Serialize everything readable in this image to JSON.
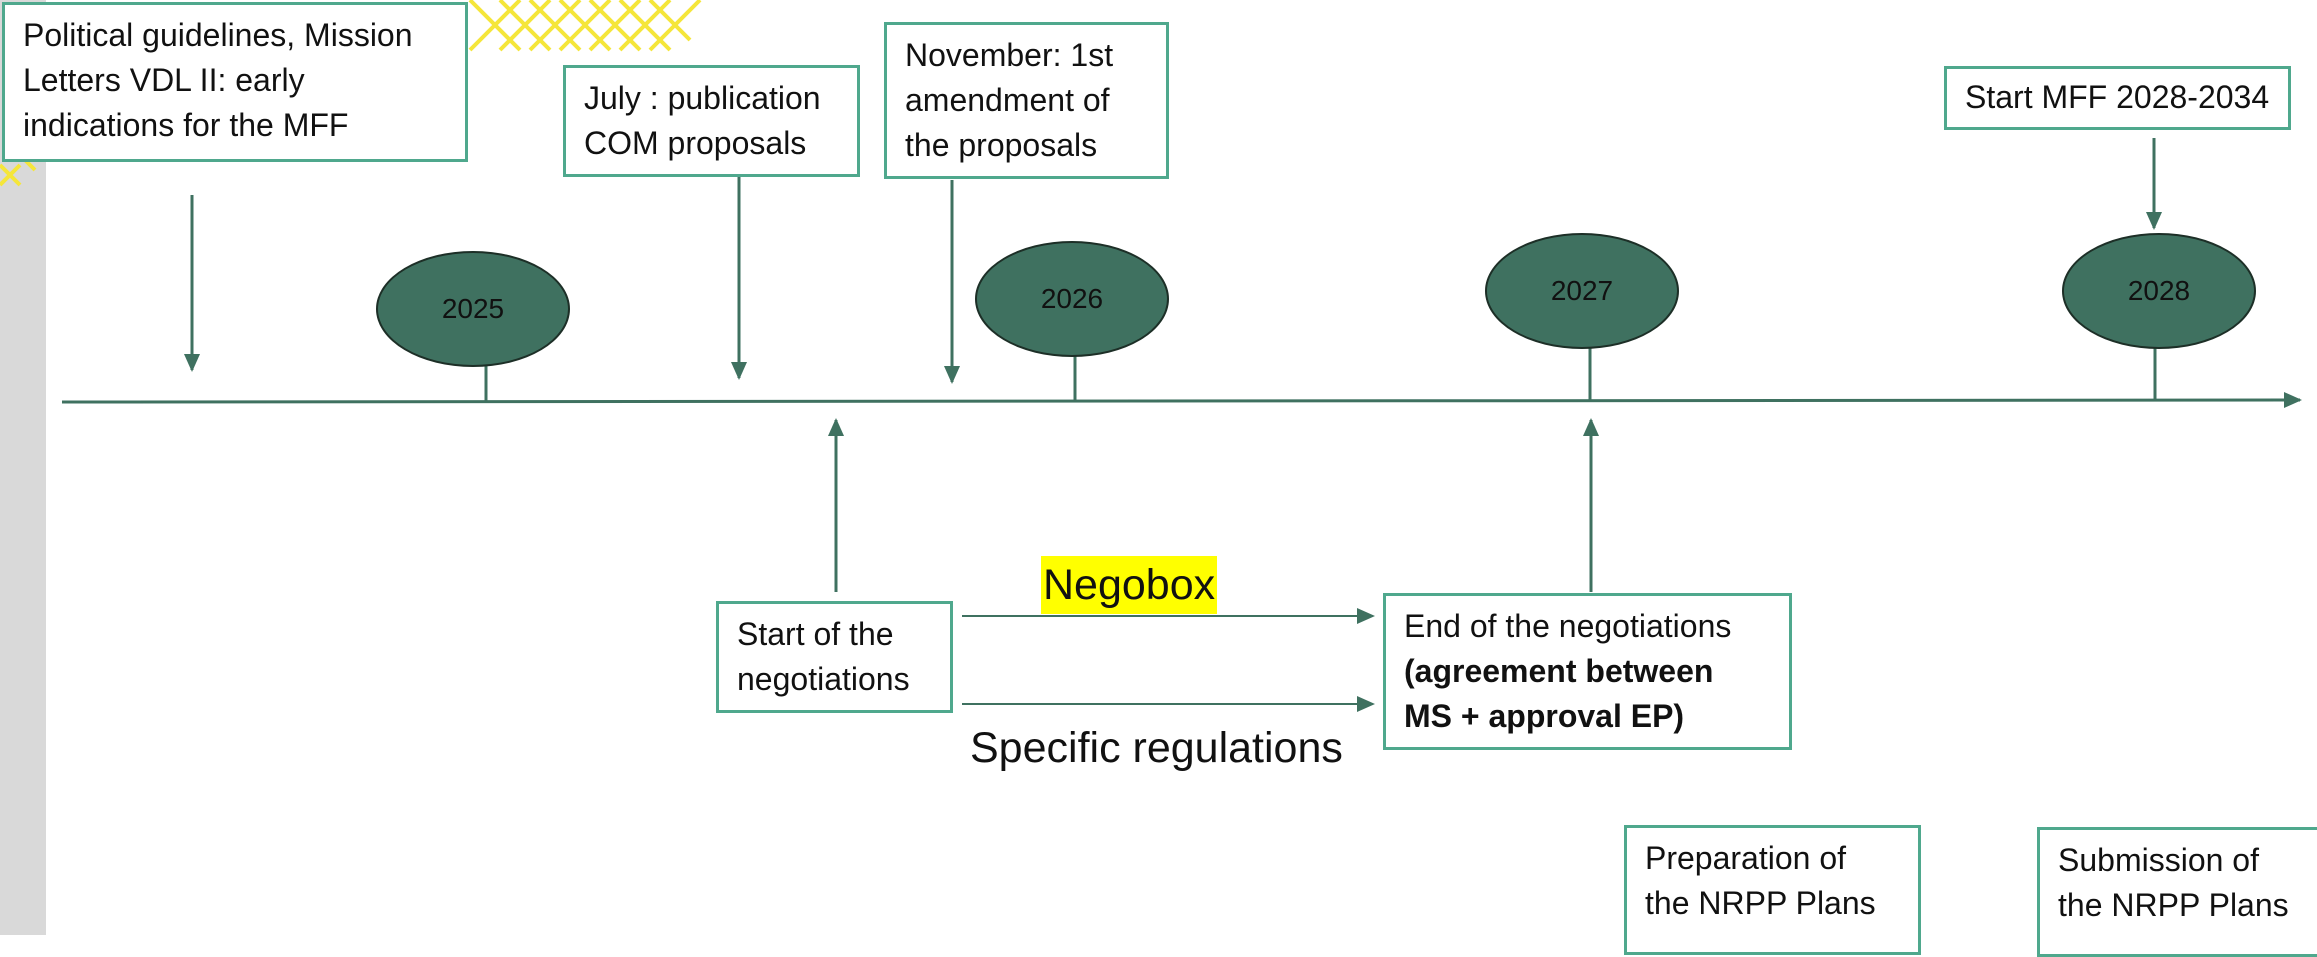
{
  "colors": {
    "box_border": "#4fa88d",
    "year_fill": "#3f7160",
    "arrow": "#3f7160",
    "highlight": "#ffff00",
    "decoration": "#f5e63a"
  },
  "timeline": {
    "years": [
      {
        "label": "2025"
      },
      {
        "label": "2026"
      },
      {
        "label": "2027"
      },
      {
        "label": "2028"
      }
    ]
  },
  "top_events": [
    {
      "lines": [
        "Political guidelines, Mission",
        "Letters VDL II: early",
        "indications for the MFF"
      ]
    },
    {
      "lines": [
        "July : publication",
        "COM proposals"
      ]
    },
    {
      "lines": [
        "November: 1st",
        "amendment of",
        "the proposals"
      ]
    },
    {
      "lines": [
        "Start MFF 2028-2034"
      ]
    }
  ],
  "negotiations": {
    "start": {
      "lines": [
        "Start of the",
        "negotiations"
      ]
    },
    "end": {
      "line1": "End of the negotiations",
      "bold_lines": [
        "(agreement between",
        "MS + approval EP)"
      ]
    },
    "tracks": {
      "negobox": "Negobox",
      "specific": "Specific regulations"
    }
  },
  "bottom_events": [
    {
      "lines": [
        "Preparation of",
        "the NRPP Plans"
      ]
    },
    {
      "lines": [
        "Submission of",
        "the NRPP Plans"
      ]
    }
  ]
}
